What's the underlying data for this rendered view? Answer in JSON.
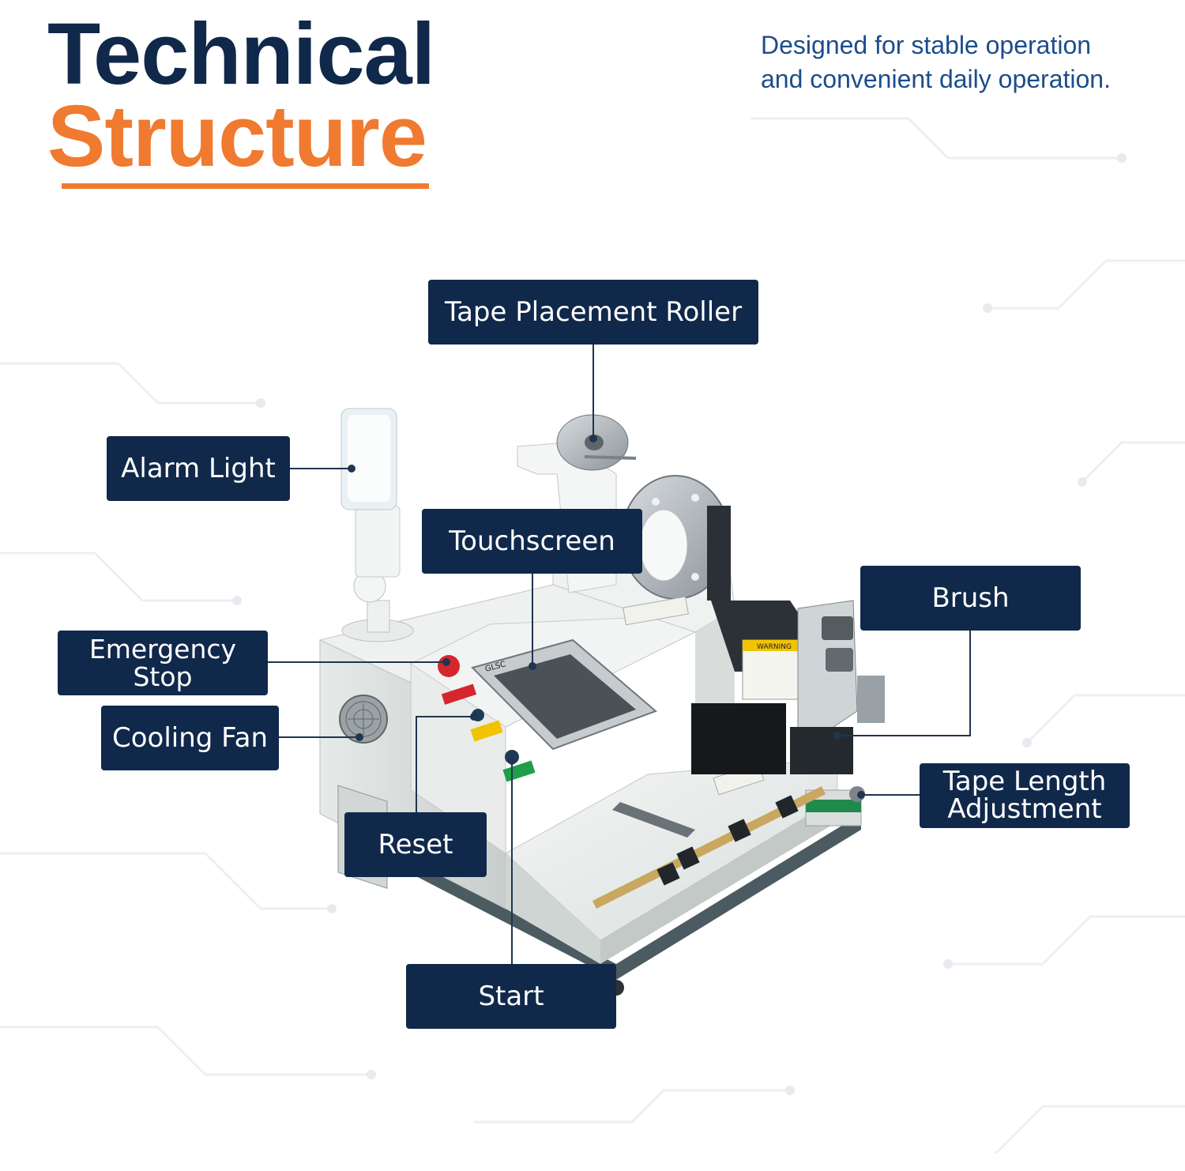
{
  "title": {
    "line1": "Technical",
    "line2": "Structure"
  },
  "tagline": {
    "line1": "Designed for stable operation",
    "line2": "and convenient daily operation."
  },
  "labels": {
    "tape_placement_roller": "Tape Placement Roller",
    "alarm_light": "Alarm Light",
    "touchscreen": "Touchscreen",
    "brush": "Brush",
    "emergency_stop": "Emergency Stop",
    "cooling_fan": "Cooling Fan",
    "tape_length_adjustment_line1": "Tape Length",
    "tape_length_adjustment_line2": "Adjustment",
    "reset": "Reset",
    "start": "Start"
  },
  "machine_markings": {
    "screen_brand": "GLSC",
    "warning": "WARNING"
  },
  "colors": {
    "navy": "#10284a",
    "orange": "#f07a30",
    "tagline_blue": "#1c4d8c"
  }
}
